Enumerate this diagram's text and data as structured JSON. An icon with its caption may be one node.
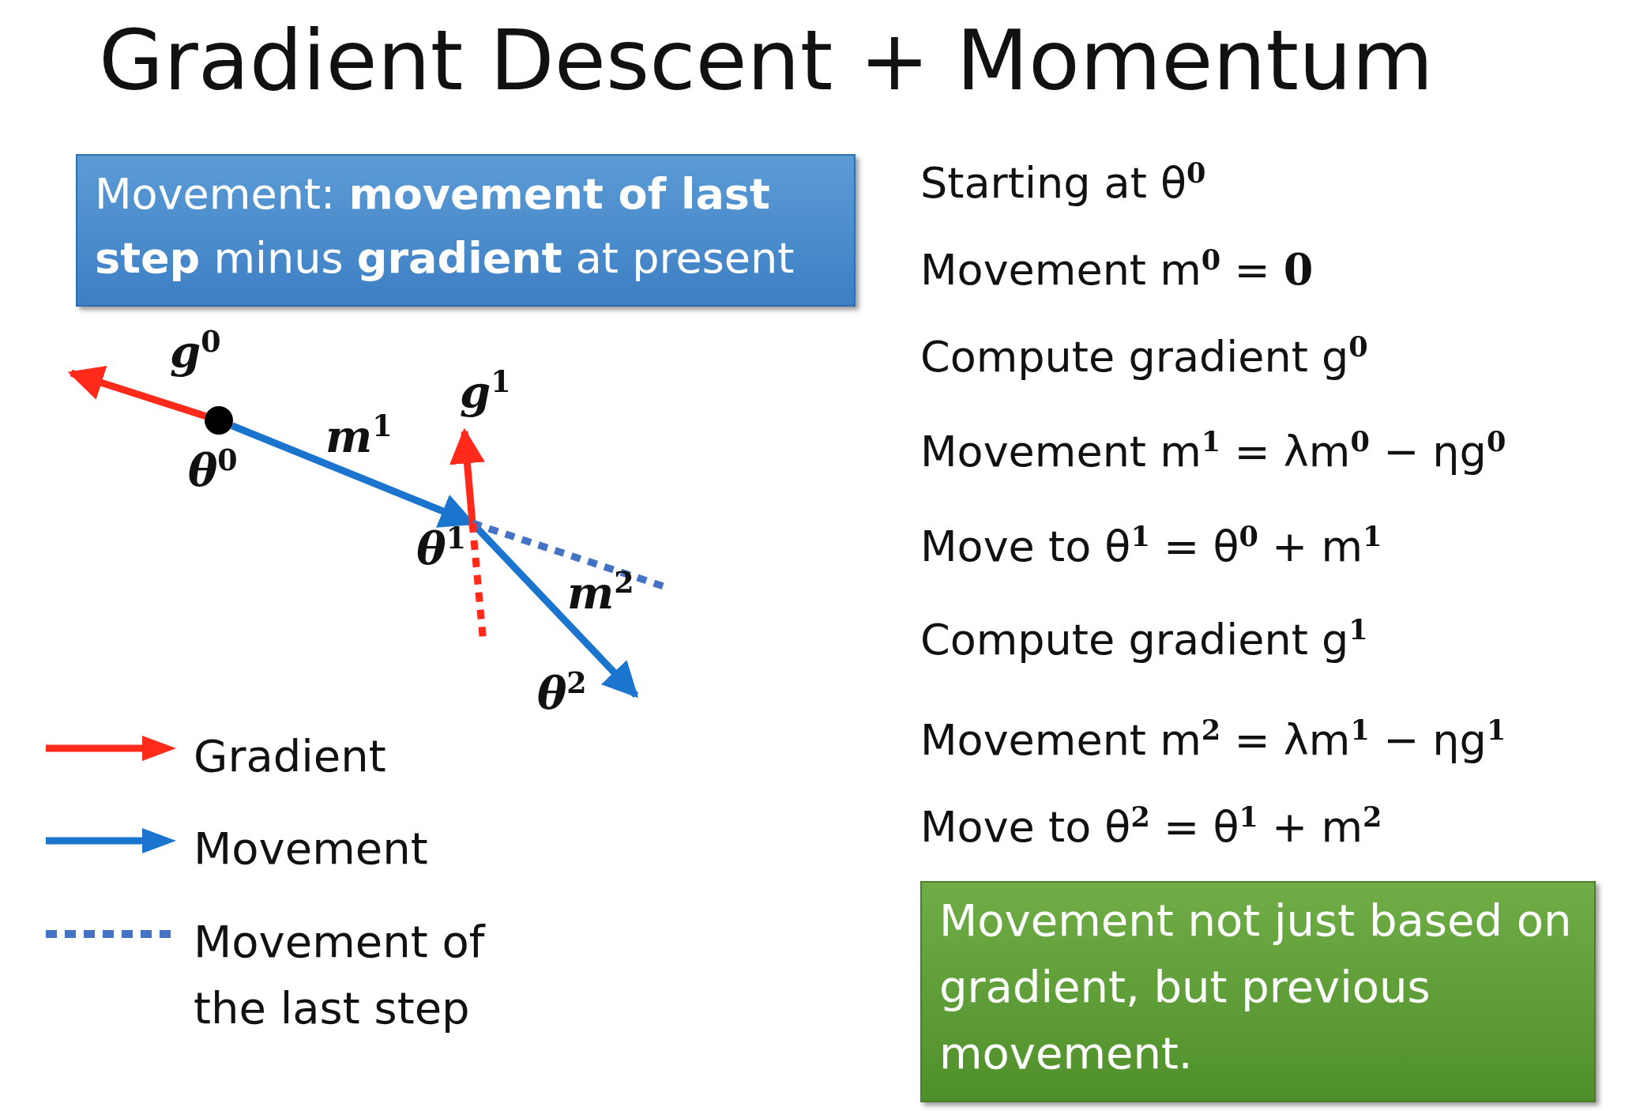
{
  "diagram": {
    "title": "Gradient Descent + Momentum",
    "nodes": [
      {
        "text": [
          "Movement: **movement of last step** minus **gradient** at present"
        ]
      },
      {
        "text": [],
        "shape": "circle",
        "beside": [
          "θ$^{0}$"
        ]
      },
      {
        "text": [
          "θ$^{1}$"
        ]
      },
      {
        "text": [
          "θ$^{2}$"
        ]
      },
      {
        "text": [
          "Movement not just based on gradient, but previous movement."
        ]
      }
    ],
    "edges": [
      {
        "from": 1,
        "to": null,
        "arrow": "to",
        "label": "g$^{0}$",
        "color": "#ff2a1a"
      },
      {
        "from": 1,
        "to": 2,
        "arrow": "to",
        "label": "m$^{1}$",
        "color": "#1b75cf"
      },
      {
        "from": 2,
        "to": null,
        "arrow": "to",
        "label": "g$^{1}$",
        "color": "#ff2a1a"
      },
      {
        "from": 2,
        "to": 3,
        "arrow": "to",
        "label": "m$^{2}$",
        "color": "#1b75cf"
      },
      {
        "from": 2,
        "to": null,
        "arrow": "none",
        "style": "dashed",
        "color": "#4472c4"
      },
      {
        "from": 2,
        "to": null,
        "arrow": "none",
        "style": "dashed",
        "color": "#ff2a1a"
      }
    ],
    "labels": [
      "Starting at θ$^{0}$",
      "Movement m$^{0}$ = **0**",
      "Compute gradient g$^{0}$",
      "Movement m$^{1}$ = λm$^{0}$ − ηg$^{0}$",
      "Move to θ$^{1}$ = θ$^{0}$ + m$^{1}$",
      "Compute gradient g$^{1}$",
      "Movement m$^{2}$ = λm$^{1}$ − ηg$^{1}$",
      "Move to θ$^{2}$ = θ$^{1}$ + m$^{2}$"
    ],
    "legend": [
      {
        "text": "Gradient"
      },
      {
        "text": "Movement"
      },
      {
        "text": "Movement of the last step"
      }
    ]
  }
}
